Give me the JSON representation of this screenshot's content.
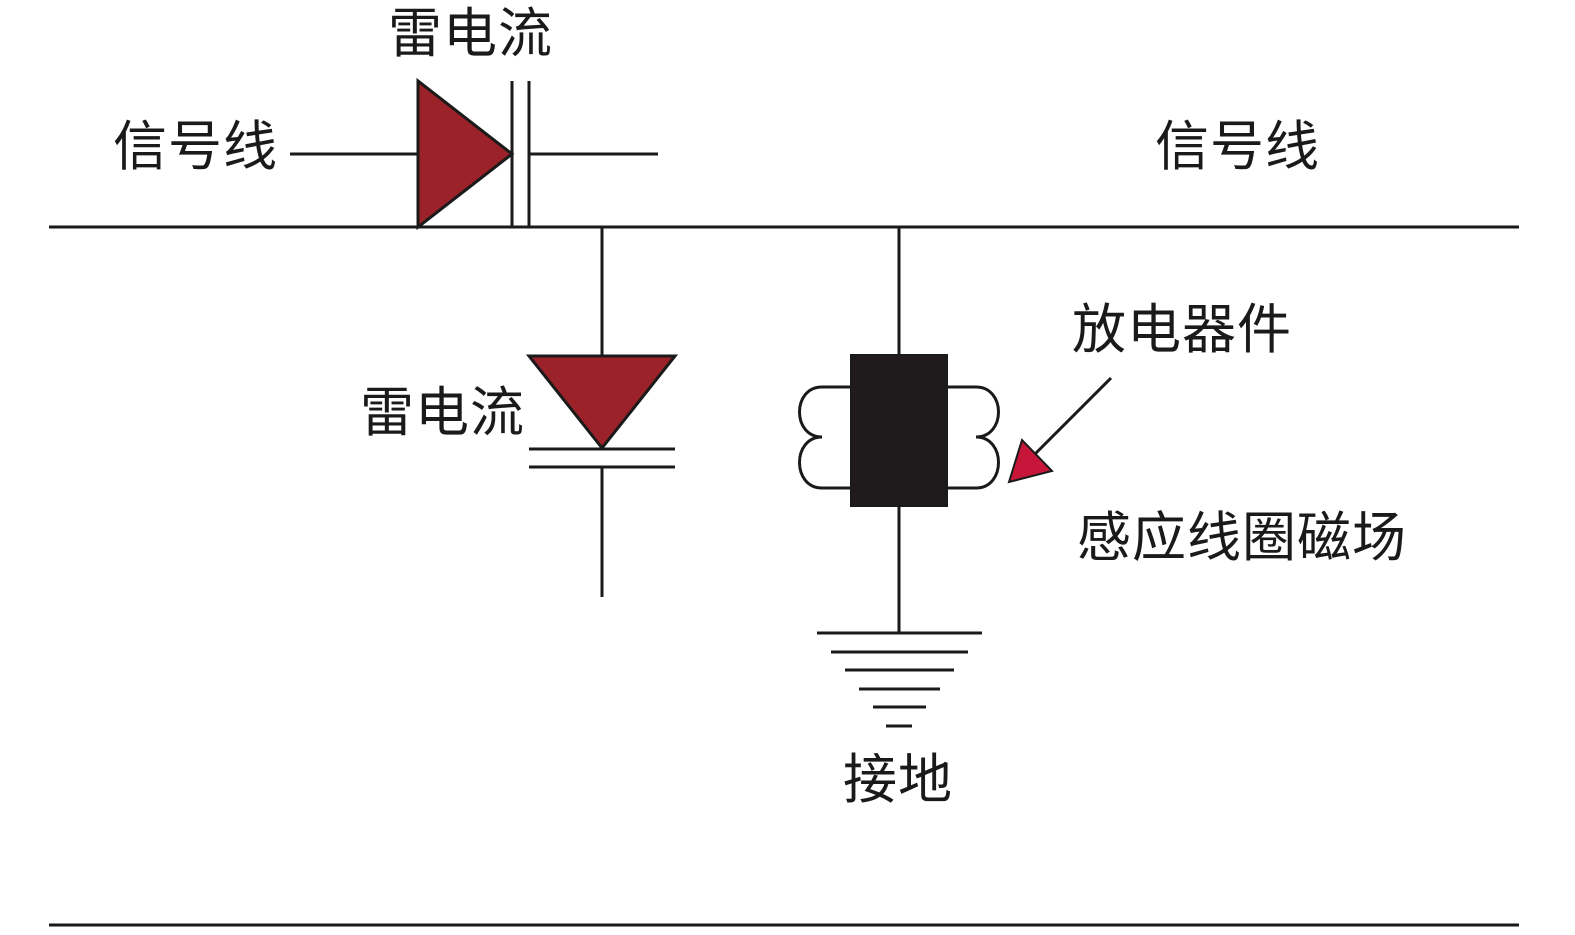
{
  "labels": {
    "lightning_current_top": "雷电流",
    "signal_line_left": "信号线",
    "signal_line_right": "信号线",
    "lightning_current_mid": "雷电流",
    "discharge_device": "放电器件",
    "induction_coil_field": "感应线圈磁场",
    "ground": "接地"
  },
  "colors": {
    "diode_fill": "#9b2229",
    "arrow_fill": "#c8163a",
    "component_body": "#1f1b1c",
    "line": "#1a1a1a"
  }
}
